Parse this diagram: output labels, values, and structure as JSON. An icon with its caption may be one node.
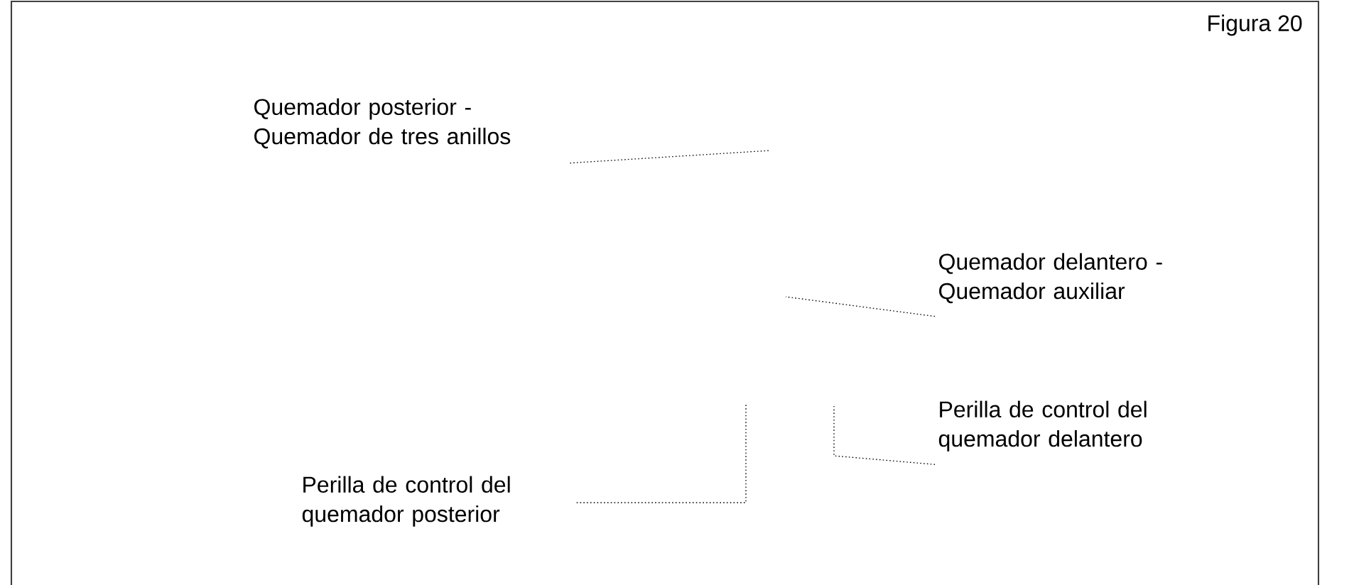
{
  "diagram": {
    "nodes": [
      {
        "text": [
          "Quemador posterior - Quemador de tres anillos"
        ]
      },
      {
        "text": [
          "Quemador delantero - Quemador auxiliar"
        ]
      },
      {
        "text": [
          "Perilla de control del quemador delantero"
        ]
      },
      {
        "text": [
          "Perilla de control del quemador posterior"
        ]
      }
    ],
    "edges": [
      {
        "from": 0,
        "to": null,
        "arrow": "none"
      },
      {
        "from": 1,
        "to": null,
        "arrow": "none"
      },
      {
        "from": 2,
        "to": null,
        "arrow": "none"
      },
      {
        "from": 3,
        "to": null,
        "arrow": "none"
      }
    ],
    "labels": [
      "Figura 20"
    ]
  }
}
